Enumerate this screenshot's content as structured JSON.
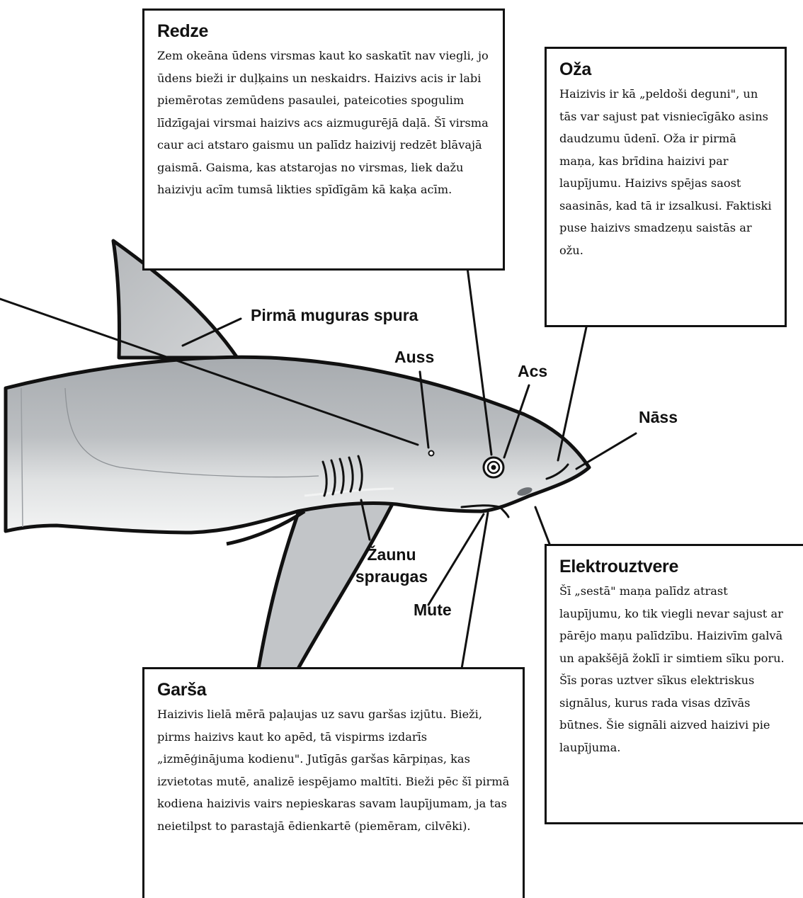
{
  "boxes": {
    "redze": {
      "title": "Redze",
      "text": "Zem okeāna ūdens virsmas kaut ko saskatīt nav viegli, jo ūdens bieži ir duļķains un neskaidrs. Haizivs acis ir labi piemērotas zemūdens pasaulei, pateicoties spogulim līdzīgajai virsmai haizivs acs aizmugurējā daļā. Šī virsma caur aci atstaro gaismu un palīdz haizivij redzēt blāvajā gaismā. Gaisma, kas atstarojas no virsmas, liek dažu haizivju acīm tumsā likties spīdīgām kā kaķa acīm."
    },
    "oza": {
      "title": "Oža",
      "text": "Haizivis ir kā „peldoši deguni\", un tās var sajust pat visniecīgāko asins daudzumu ūdenī. Oža ir pirmā maņa, kas brīdina haizivi par laupījumu. Haizivs spējas saost saasinās, kad tā ir izsalkusi. Faktiski puse haizivs smadzeņu saistās ar ožu."
    },
    "elektrouztvere": {
      "title": "Elektrouztvere",
      "text": "Šī „sestā\" maņa palīdz atrast laupījumu, ko tik viegli nevar sajust ar pārējo maņu palīdzību. Haizivīm galvā un apakšējā žoklī ir simtiem sīku poru. Šīs poras uztver sīkus elektriskus signālus, kurus rada visas dzīvās būtnes. Šie signāli aizved haizivi pie laupījuma."
    },
    "garsa": {
      "title": "Garša",
      "text": "Haizivis lielā mērā paļaujas uz savu garšas izjūtu. Bieži, pirms haizivs kaut ko apēd, tā vispirms izdarīs „izmēģinājuma kodienu\". Jutīgās garšas kārpiņas, kas izvietotas mutē, analizē iespējamo maltīti. Bieži pēc šī pirmā kodiena haizivis vairs nepieskaras savam laupījumam, ja tas neietilpst to parastajā ēdienkartē (piemēram, cilvēki)."
    }
  },
  "labels": {
    "dorsal_fin": "Pirmā muguras spura",
    "ear": "Auss",
    "eye": "Acs",
    "nostril": "Nāss",
    "gills_line1": "Žaunu",
    "gills_line2": "spraugas",
    "mouth": "Mute"
  },
  "colors": {
    "shark_top": "#a9adb1",
    "shark_mid": "#c9cbce",
    "shark_belly": "#eeeff0",
    "outline": "#111111",
    "box_border": "#111111"
  }
}
